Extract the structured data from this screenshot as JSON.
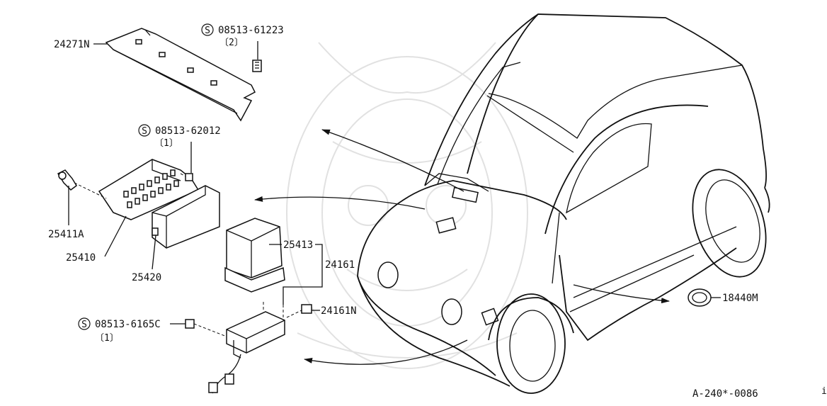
{
  "parts": [
    {
      "id": "p24271n",
      "text": "24271N"
    },
    {
      "id": "p25411a",
      "text": "25411A"
    },
    {
      "id": "p25410",
      "text": "25410"
    },
    {
      "id": "p25420",
      "text": "25420"
    },
    {
      "id": "p25413",
      "text": "25413"
    },
    {
      "id": "p24161",
      "text": "24161"
    },
    {
      "id": "p24161n",
      "text": "24161N"
    },
    {
      "id": "p18440m",
      "text": "18440M"
    }
  ],
  "screws": [
    {
      "symbol": "S",
      "number": "08513-61223",
      "qty": "〔2〕"
    },
    {
      "symbol": "S",
      "number": "08513-62012",
      "qty": "〔1〕"
    },
    {
      "symbol": "S",
      "number": "08513-6165C",
      "qty": "〔1〕"
    }
  ],
  "diagram_code": "A-240*-0086",
  "corner_mark": "i"
}
